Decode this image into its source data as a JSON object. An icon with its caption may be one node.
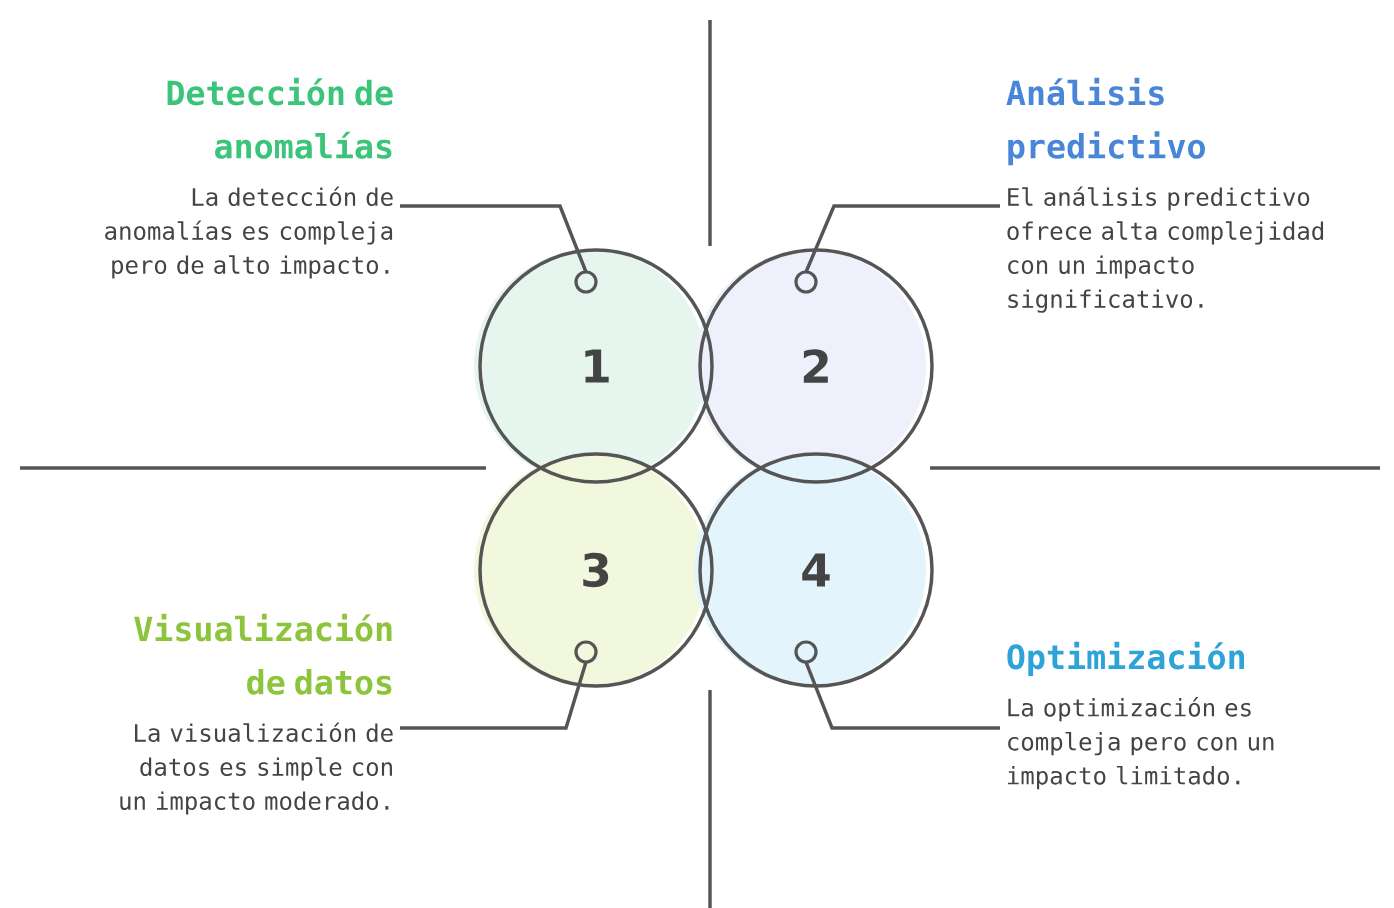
{
  "diagram": {
    "nodes": [
      {
        "text": [
          "Detección de anomalías",
          "La detección de anomalías es compleja pero de alto impacto."
        ]
      },
      {
        "text": [
          "Análisis predictivo",
          "El análisis predictivo ofrece alta complejidad con un impacto significativo."
        ]
      },
      {
        "text": [
          "1"
        ]
      },
      {
        "text": [
          "2"
        ]
      },
      {
        "text": [
          "3"
        ]
      },
      {
        "text": [
          "4"
        ]
      },
      {
        "text": [
          "Visualización de datos",
          "La visualización de datos es simple con un impacto moderado."
        ]
      },
      {
        "text": [
          "Optimización",
          "La optimización es compleja pero con un impacto limitado."
        ]
      }
    ],
    "edges": [
      {
        "from": 0,
        "to": 2,
        "arrow": "other"
      },
      {
        "from": 1,
        "to": 3,
        "arrow": "other"
      },
      {
        "from": 6,
        "to": 4,
        "arrow": "other"
      },
      {
        "from": 7,
        "to": 5,
        "arrow": "other"
      }
    ]
  }
}
